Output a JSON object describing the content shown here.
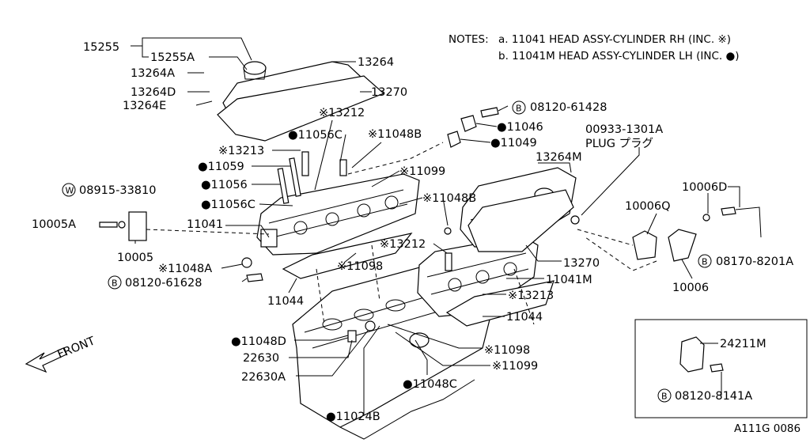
{
  "notes": {
    "heading": "NOTES:",
    "line_a": "a. 11041   HEAD ASSY-CYLINDER RH (INC. ※)",
    "line_b": "b. 11041M HEAD ASSY-CYLINDER LH (INC. ●)"
  },
  "labels": {
    "p15255": "15255",
    "p15255A": "15255A",
    "p13264": "13264",
    "p13264A": "13264A",
    "p13264D": "13264D",
    "p13270a": "13270",
    "p13264E": "13264E",
    "p13212a": "※13212",
    "p11056C_top": "●11056C",
    "p11048B_top": "※11048B",
    "p13213_top": "※13213",
    "p11059": "●11059",
    "p11056": "●11056",
    "p11056C_mid": "●11056C",
    "p08915": "08915-33810",
    "p10005A": "10005A",
    "p11041": "11041",
    "p10005": "10005",
    "p11048A": "※11048A",
    "p08120_61628": "08120-61628",
    "p11044a": "11044",
    "p11098a": "※11098",
    "p08120_61428": "08120-61428",
    "p11046": "●11046",
    "p11049": "●11049",
    "p00933": "00933-1301A",
    "p_plug": "PLUG  プラグ",
    "p13264M": "13264M",
    "p11099a": "※11099",
    "p11048B_mid": "※11048B",
    "p13212b": "※13212",
    "p13270b": "13270",
    "p11041M": "11041M",
    "p13213b": "※13213",
    "p11044b": "11044",
    "p10006D": "10006D",
    "p10006Q": "10006Q",
    "p08170": "08170-8201A",
    "p10006": "10006",
    "p11048D": "●11048D",
    "p22630": "22630",
    "p22630A": "22630A",
    "p11098b": "※11098",
    "p11099b": "※11099",
    "p11048C": "●11048C",
    "p11024B": "●11024B",
    "p24211M": "24211M",
    "p08120_8141A": "08120-8141A",
    "front": "FRONT",
    "diagram_id": "A111G 0086"
  },
  "badges": {
    "w": "W",
    "b": "B"
  }
}
